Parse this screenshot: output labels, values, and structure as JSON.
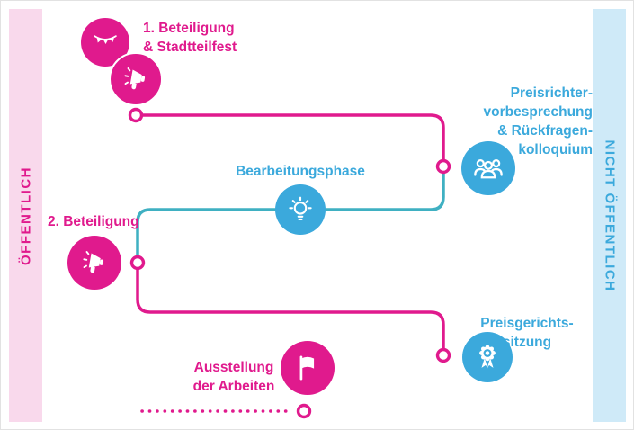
{
  "colors": {
    "pink": "#e01a8d",
    "pink-light": "#f9d9ec",
    "blue": "#3ba9dc",
    "blue-light": "#cfeaf8",
    "teal": "#3fb0c2"
  },
  "sidebars": {
    "left": {
      "label": "ÖFFENTLICH"
    },
    "right": {
      "label": "NICHT ÖFFENTLICH"
    }
  },
  "steps": {
    "beteiligung1": {
      "lines": [
        "1. Beteiligung",
        "& Stadtteilfest"
      ],
      "icons": [
        "bunting-icon",
        "megaphone-icon"
      ],
      "color": "pink"
    },
    "preisrichter": {
      "lines": [
        "Preisrichter-",
        "vorbesprechung",
        "& Rückfragen-",
        "kolloquium"
      ],
      "icons": [
        "jury-icon"
      ],
      "color": "blue"
    },
    "bearbeitung": {
      "lines": [
        "Bearbeitungsphase"
      ],
      "icons": [
        "lightbulb-icon"
      ],
      "color": "blue"
    },
    "beteiligung2": {
      "lines": [
        "2. Beteiligung"
      ],
      "icons": [
        "megaphone-icon"
      ],
      "color": "pink"
    },
    "preisgericht": {
      "lines": [
        "Preisgerichts-",
        "sitzung"
      ],
      "icons": [
        "medal-icon"
      ],
      "color": "blue"
    },
    "ausstellung": {
      "lines": [
        "Ausstellung",
        "der Arbeiten"
      ],
      "icons": [
        "flag-icon"
      ],
      "color": "pink"
    }
  }
}
